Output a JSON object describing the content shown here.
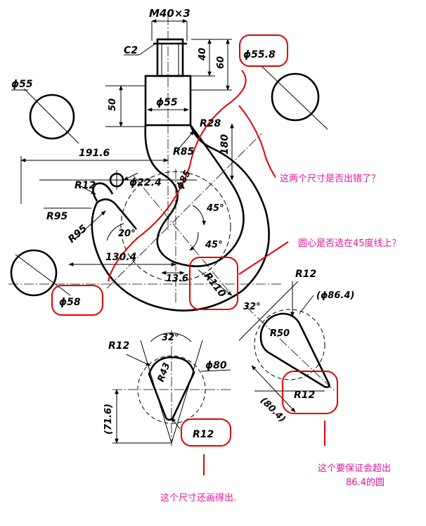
{
  "drawing": {
    "thread_spec": "M40×3",
    "chamfer": "C2",
    "dim_40": "40",
    "dim_60": "60",
    "dim_50": "50",
    "dia_55_shank": "ϕ55",
    "dia_55_section": "ϕ55",
    "dia_55_8": "ϕ55.8",
    "r28": "R28",
    "r85_a": "R85",
    "r85_b": "ϕ85",
    "dim_180": "180",
    "dim_191_6": "191.6",
    "dia_22_4": "ϕ22.4",
    "r12_tip": "R12",
    "r95_a": "R95",
    "r95_b": "R95",
    "angle_20": "20°",
    "angle_45_a": "45°",
    "angle_45_b": "45°",
    "dim_130_4": "130.4",
    "dim_13_6": "13.6",
    "r110": "R110",
    "dia_58": "ϕ58",
    "angle_32_main": "32°",
    "sec1_r12_top": "R12",
    "sec1_angle": "32°",
    "sec1_r43": "R43",
    "sec1_dia_80": "ϕ80",
    "sec1_dim_71_6": "(71.6)",
    "sec1_r12_bottom": "R12",
    "sec2_r12_top": "R12",
    "sec2_dia_86_4": "(ϕ86.4)",
    "sec2_r50": "R50",
    "sec2_r12_bottom": "R12",
    "sec2_dim_80_4": "(80.4)"
  },
  "annotations": {
    "note_dims_wrong": "这两个尺寸是否出错了？",
    "note_center_45": "圆心是否选在45度线上？",
    "note_must_exceed_line1": "这个要保证会超出",
    "note_must_exceed_line2": "86.4的圆",
    "note_can_draw": "这个尺寸还画得出."
  },
  "colors": {
    "ink": "#000000",
    "markup_red": "#e00000",
    "note_magenta": "#e0189a"
  }
}
